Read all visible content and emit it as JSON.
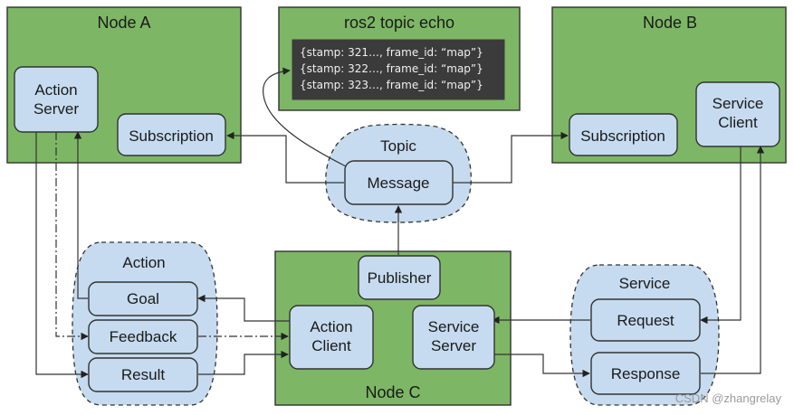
{
  "echo": {
    "title": "ros2 topic echo",
    "lines": [
      "{stamp: 321…, frame_id: “map”}",
      "{stamp: 322…, frame_id: “map”}",
      "{stamp: 323…, frame_id: “map”}"
    ]
  },
  "nodes": {
    "node_a": {
      "title": "Node A",
      "action_server": "Action\nServer",
      "subscription": "Subscription"
    },
    "node_b": {
      "title": "Node B",
      "service_client": "Service\nClient",
      "subscription": "Subscription"
    },
    "node_c": {
      "title": "Node C",
      "publisher": "Publisher",
      "action_client": "Action\nClient",
      "service_server": "Service\nServer"
    }
  },
  "topic": {
    "title": "Topic",
    "message": "Message"
  },
  "action": {
    "title": "Action",
    "goal": "Goal",
    "feedback": "Feedback",
    "result": "Result"
  },
  "service": {
    "title": "Service",
    "request": "Request",
    "response": "Response"
  },
  "watermark": "CSDN @zhangrelay",
  "colors": {
    "node_fill": "#7db765",
    "box_fill": "#c6dbef",
    "terminal": "#3b3b3b"
  }
}
